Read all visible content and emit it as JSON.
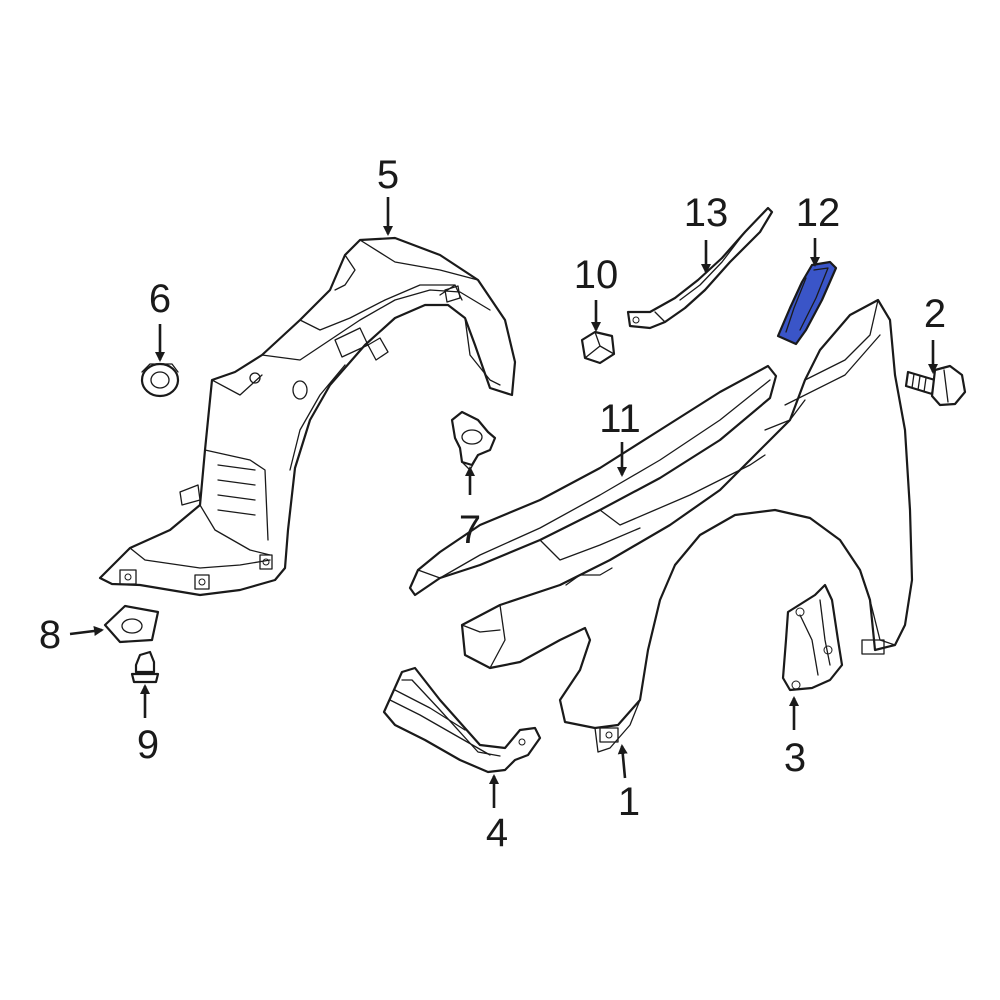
{
  "highlight_color": "#3a55c8",
  "highlighted_part": "12",
  "callouts": [
    {
      "id": "c1",
      "label": "1"
    },
    {
      "id": "c2",
      "label": "2"
    },
    {
      "id": "c3",
      "label": "3"
    },
    {
      "id": "c4",
      "label": "4"
    },
    {
      "id": "c5",
      "label": "5"
    },
    {
      "id": "c6",
      "label": "6"
    },
    {
      "id": "c7",
      "label": "7"
    },
    {
      "id": "c8",
      "label": "8"
    },
    {
      "id": "c9",
      "label": "9"
    },
    {
      "id": "c10",
      "label": "10"
    },
    {
      "id": "c11",
      "label": "11"
    },
    {
      "id": "c12",
      "label": "12"
    },
    {
      "id": "c13",
      "label": "13"
    }
  ]
}
